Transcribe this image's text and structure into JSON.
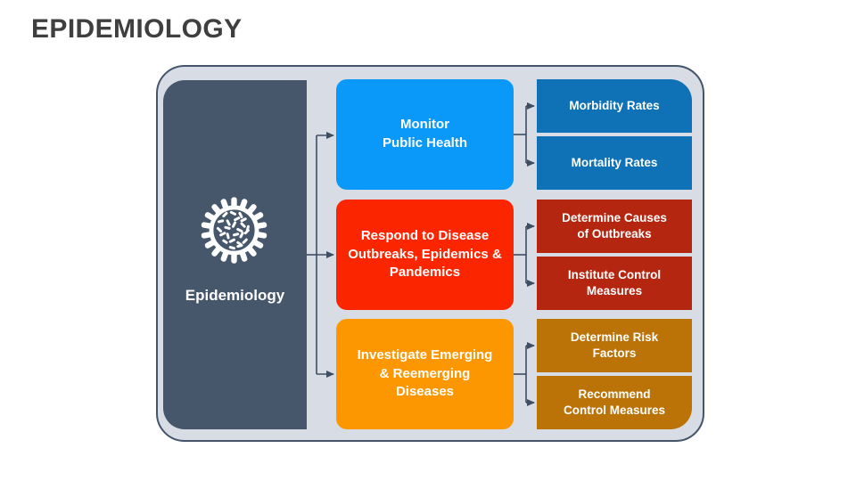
{
  "slide_title": "EPIDEMIOLOGY",
  "root_node": {
    "label": "Epidemiology",
    "icon": "virus-icon",
    "color": "#46566B",
    "text_color": "#FFFFFF"
  },
  "groups": [
    {
      "main": {
        "label": "Monitor\nPublic Health",
        "color": "#0A99F8"
      },
      "subs": [
        {
          "label": "Morbidity Rates",
          "color": "#0F71B6"
        },
        {
          "label": "Mortality Rates",
          "color": "#0F71B6"
        }
      ]
    },
    {
      "main": {
        "label": "Respond to Disease\nOutbreaks, Epidemics &\nPandemics",
        "color": "#FB2500"
      },
      "subs": [
        {
          "label": "Determine Causes\nof Outbreaks",
          "color": "#B52610"
        },
        {
          "label": "Institute Control\nMeasures",
          "color": "#B52610"
        }
      ]
    },
    {
      "main": {
        "label": "Investigate Emerging\n& Reemerging\nDiseases",
        "color": "#FC9702"
      },
      "subs": [
        {
          "label": "Determine Risk\nFactors",
          "color": "#BB7206"
        },
        {
          "label": "Recommend\nControl Measures",
          "color": "#BB7206"
        }
      ]
    }
  ],
  "colors": {
    "canvas": "#D7DCE5",
    "frame_border": "#44546A",
    "connector": "#3E4E63",
    "title_text": "#3F3F3F"
  }
}
